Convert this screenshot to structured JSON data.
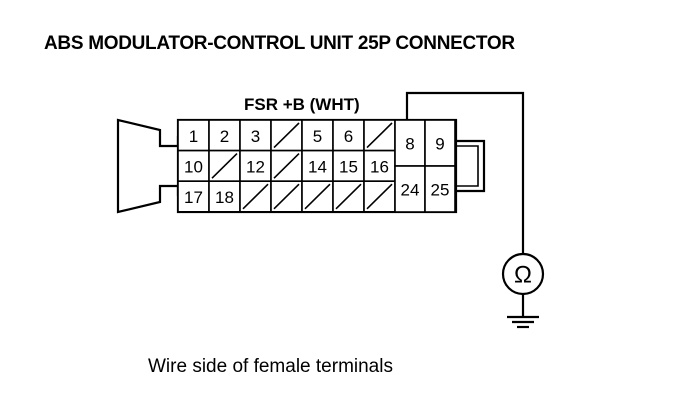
{
  "title": "ABS MODULATOR-CONTROL UNIT 25P CONNECTOR",
  "wire_label": "FSR +B (WHT)",
  "meter_icon": "ohmmeter-icon",
  "meter_symbol": "Ω",
  "caption": "Wire side of female terminals",
  "connector": {
    "rows": [
      [
        "1",
        "2",
        "3",
        "",
        "5",
        "6",
        ""
      ],
      [
        "10",
        "",
        "12",
        "",
        "14",
        "15",
        "16"
      ],
      [
        "17",
        "18",
        "",
        "",
        "",
        "",
        ""
      ]
    ],
    "right_terminals": [
      [
        "8",
        "9"
      ],
      [
        "24",
        "25"
      ]
    ],
    "jumper": [
      "9",
      "25"
    ]
  }
}
